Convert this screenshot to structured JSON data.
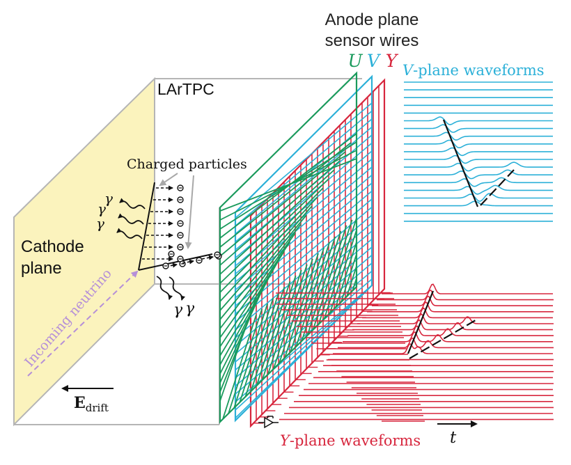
{
  "labels": {
    "anode_title_line1": "Anode plane",
    "anode_title_line2": "sensor wires",
    "u_letter": "U",
    "v_letter": "V",
    "y_letter": "Y",
    "v_waveforms_italic": "V",
    "v_waveforms_rest": "-plane waveforms",
    "y_waveforms_italic": "Y",
    "y_waveforms_rest": "-plane waveforms",
    "lartpc": "LArTPC",
    "charged_particles": "Charged particles",
    "cathode_line1": "Cathode",
    "cathode_line2": "plane",
    "incoming_neutrino": "Incoming neutrino",
    "e_symbol": "E",
    "e_subscript": "drift",
    "time_symbol": "t",
    "gamma_top_1": "γ",
    "gamma_top_2": "γ",
    "gamma_top_3": "γ",
    "gamma_bottom_1": "γ",
    "gamma_bottom_2": "γ"
  },
  "colors": {
    "u_plane": "#1a9a5c",
    "v_plane": "#2bb0d8",
    "y_plane": "#d7263d",
    "cathode_fill": "#fbf3bd",
    "box_edge": "#b5b5b5",
    "neutrino": "#b58fd8",
    "annotation_arrow": "#a8a8a8",
    "ink": "#111111"
  }
}
